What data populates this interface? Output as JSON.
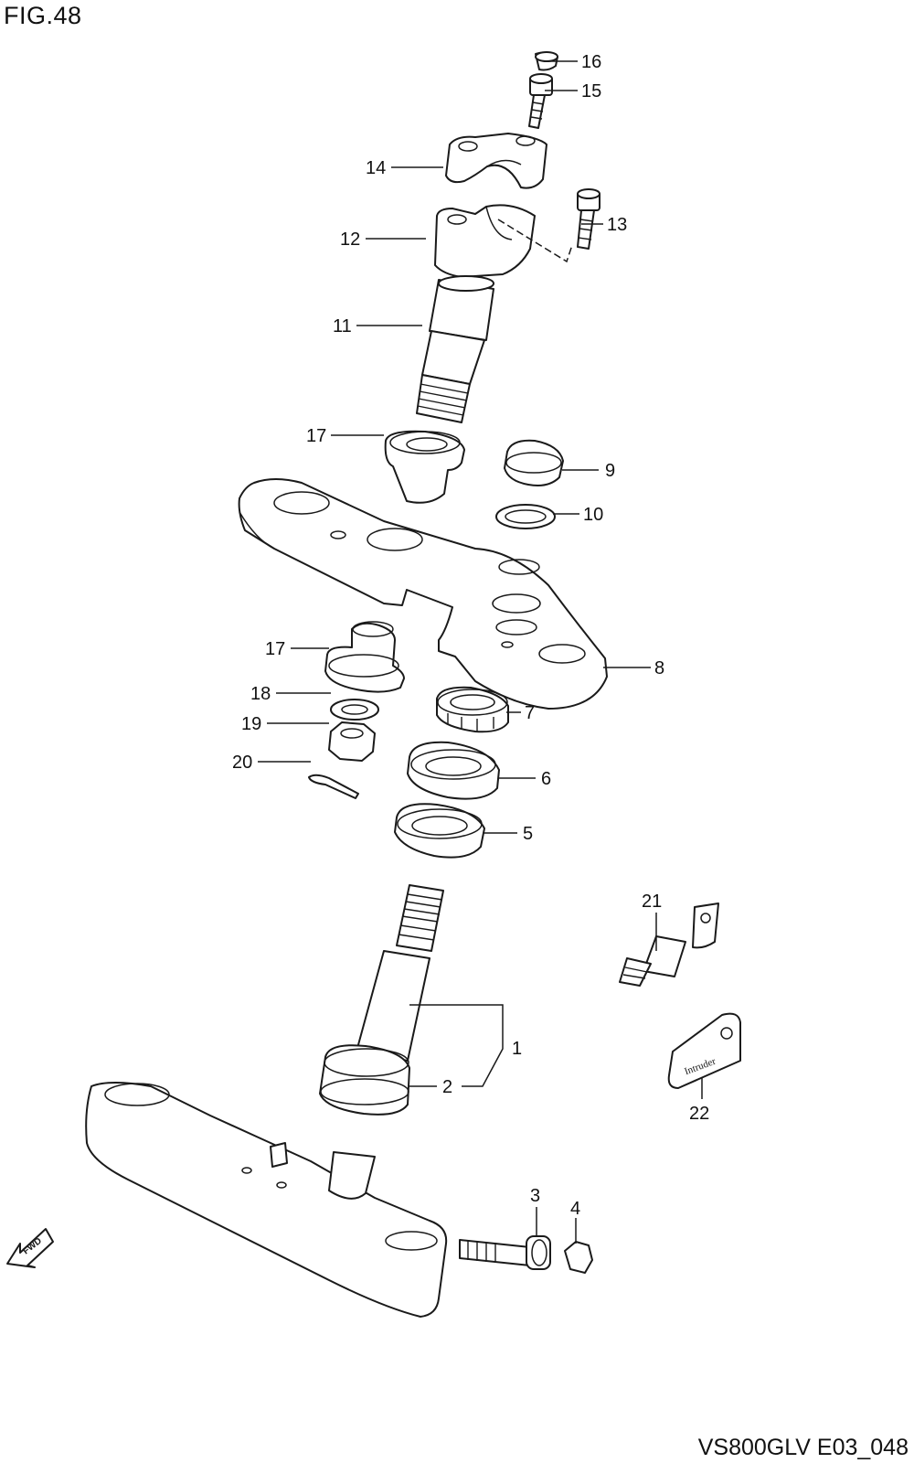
{
  "figure": {
    "title": "FIG.48",
    "code": "VS800GLV E03_048"
  },
  "fwd_label": "FWD",
  "plate_text": "Intruder",
  "callouts": [
    {
      "id": "c16",
      "label": "16"
    },
    {
      "id": "c15",
      "label": "15"
    },
    {
      "id": "c14",
      "label": "14"
    },
    {
      "id": "c13",
      "label": "13"
    },
    {
      "id": "c12",
      "label": "12"
    },
    {
      "id": "c11",
      "label": "11"
    },
    {
      "id": "c17a",
      "label": "17"
    },
    {
      "id": "c9",
      "label": "9"
    },
    {
      "id": "c10",
      "label": "10"
    },
    {
      "id": "c8",
      "label": "8"
    },
    {
      "id": "c17b",
      "label": "17"
    },
    {
      "id": "c18",
      "label": "18"
    },
    {
      "id": "c7",
      "label": "7"
    },
    {
      "id": "c19",
      "label": "19"
    },
    {
      "id": "c20",
      "label": "20"
    },
    {
      "id": "c6",
      "label": "6"
    },
    {
      "id": "c5",
      "label": "5"
    },
    {
      "id": "c21",
      "label": "21"
    },
    {
      "id": "c1",
      "label": "1"
    },
    {
      "id": "c2",
      "label": "2"
    },
    {
      "id": "c22",
      "label": "22"
    },
    {
      "id": "c3",
      "label": "3"
    },
    {
      "id": "c4",
      "label": "4"
    }
  ]
}
